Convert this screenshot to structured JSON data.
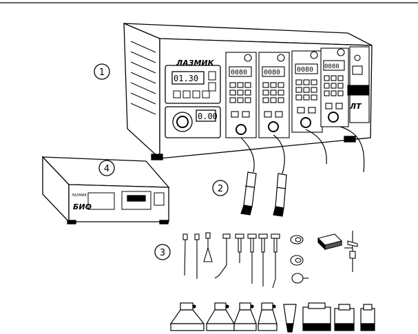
{
  "callouts": {
    "c1": "1",
    "c2": "2",
    "c3": "3",
    "c4": "4"
  },
  "main_unit": {
    "brand": "ЛАЗМИК",
    "timer_display": "01.30",
    "power_display": "0.00",
    "module_displays": [
      "0080",
      "0080",
      "0080",
      "0080"
    ],
    "logo": "ЛТ"
  },
  "bio_unit": {
    "name": "БИО",
    "title_small": "ЛАЗМИК"
  }
}
